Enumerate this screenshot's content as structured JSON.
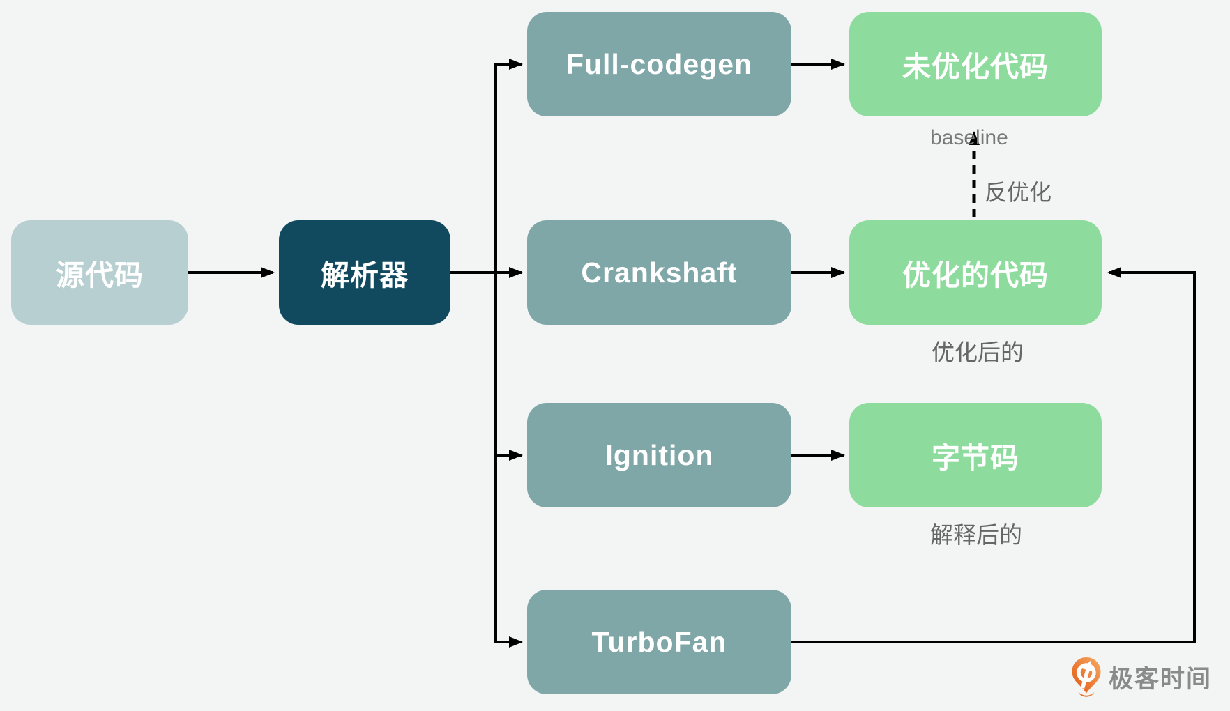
{
  "diagram": {
    "nodes": {
      "source": {
        "label": "源代码"
      },
      "parser": {
        "label": "解析器"
      },
      "full_codegen": {
        "label": "Full-codegen"
      },
      "crankshaft": {
        "label": "Crankshaft"
      },
      "ignition": {
        "label": "Ignition"
      },
      "turbofan": {
        "label": "TurboFan"
      },
      "unoptimized_code": {
        "label": "未优化代码"
      },
      "optimized_code": {
        "label": "优化的代码"
      },
      "bytecode": {
        "label": "字节码"
      }
    },
    "annotations": {
      "baseline": "baseline",
      "deoptimize": "反优化",
      "optimized_note": "优化后的",
      "interpreted_note": "解释后的"
    },
    "colors": {
      "background": "#f3f5f4",
      "source_box": "#b8cfd2",
      "parser_box": "#114a5f",
      "engine_box": "#80a7a8",
      "output_box": "#8edc9d",
      "box_text": "#ffffff",
      "arrow": "#000000",
      "annotation_text": "#666666"
    }
  },
  "branding": {
    "logo_text": "极客时间",
    "logo_text_color": "#8a8a8a",
    "logo_icon": "geektime-pin-icon",
    "logo_icon_color": "#ec7036"
  }
}
